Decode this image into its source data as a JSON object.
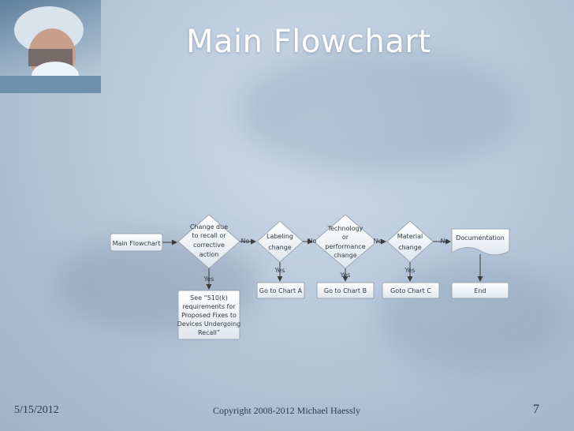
{
  "slide": {
    "title": "Main Flowchart",
    "footer_date": "5/15/2012",
    "footer_copyright": "Copyright 2008-2012 Michael Haessly",
    "page_number": "7"
  },
  "flowchart": {
    "start": "Main Flowchart",
    "decisions": [
      [
        "Change due",
        "to recall or",
        "corrective",
        "action"
      ],
      [
        "Labeling",
        "change"
      ],
      [
        "Technology",
        "or",
        "performance",
        "change"
      ],
      [
        "Material",
        "change"
      ]
    ],
    "documentation": "Documentation",
    "no_labels": [
      "No",
      "No",
      "No",
      "No"
    ],
    "yes_labels": [
      "Yes",
      "Yes",
      "Yes",
      "Yes"
    ],
    "outcomes": [
      "Go to Chart A",
      "Go to Chart B",
      "Goto Chart C",
      "End"
    ],
    "recall_note": [
      "See “510(k)",
      "requirements for",
      "Proposed Fixes to",
      "Devices Undergoing",
      "Recall”"
    ]
  }
}
